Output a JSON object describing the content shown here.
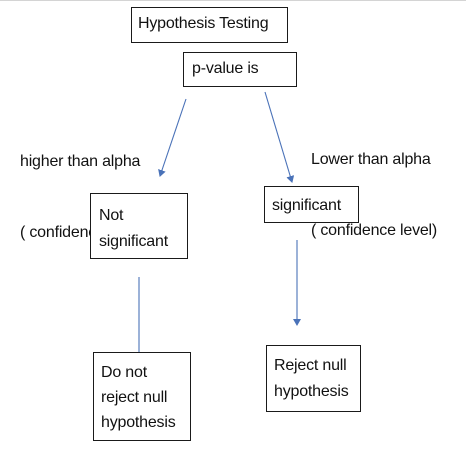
{
  "diagram": {
    "nodes": {
      "root": {
        "text": "Hypothesis Testing"
      },
      "question": {
        "text": "p-value is"
      },
      "not_significant": {
        "lines": [
          "Not",
          "significant"
        ]
      },
      "significant": {
        "text": "significant"
      },
      "do_not_reject": {
        "lines": [
          "Do not",
          "reject null",
          "hypothesis"
        ]
      },
      "reject": {
        "lines": [
          "Reject null",
          "hypothesis"
        ]
      }
    },
    "branch_labels": {
      "left": {
        "lines": [
          "higher than alpha",
          "( confidence level)"
        ]
      },
      "right": {
        "lines": [
          "Lower than alpha",
          "( confidence level)"
        ]
      }
    },
    "edges": [
      {
        "from": "question",
        "to": "not_significant",
        "label": "left"
      },
      {
        "from": "question",
        "to": "significant",
        "label": "right"
      },
      {
        "from": "not_significant",
        "to": "do_not_reject"
      },
      {
        "from": "significant",
        "to": "reject"
      }
    ],
    "colors": {
      "arrow": "#4a72b8",
      "box_border": "#1a1a1a",
      "text": "#111111"
    }
  }
}
